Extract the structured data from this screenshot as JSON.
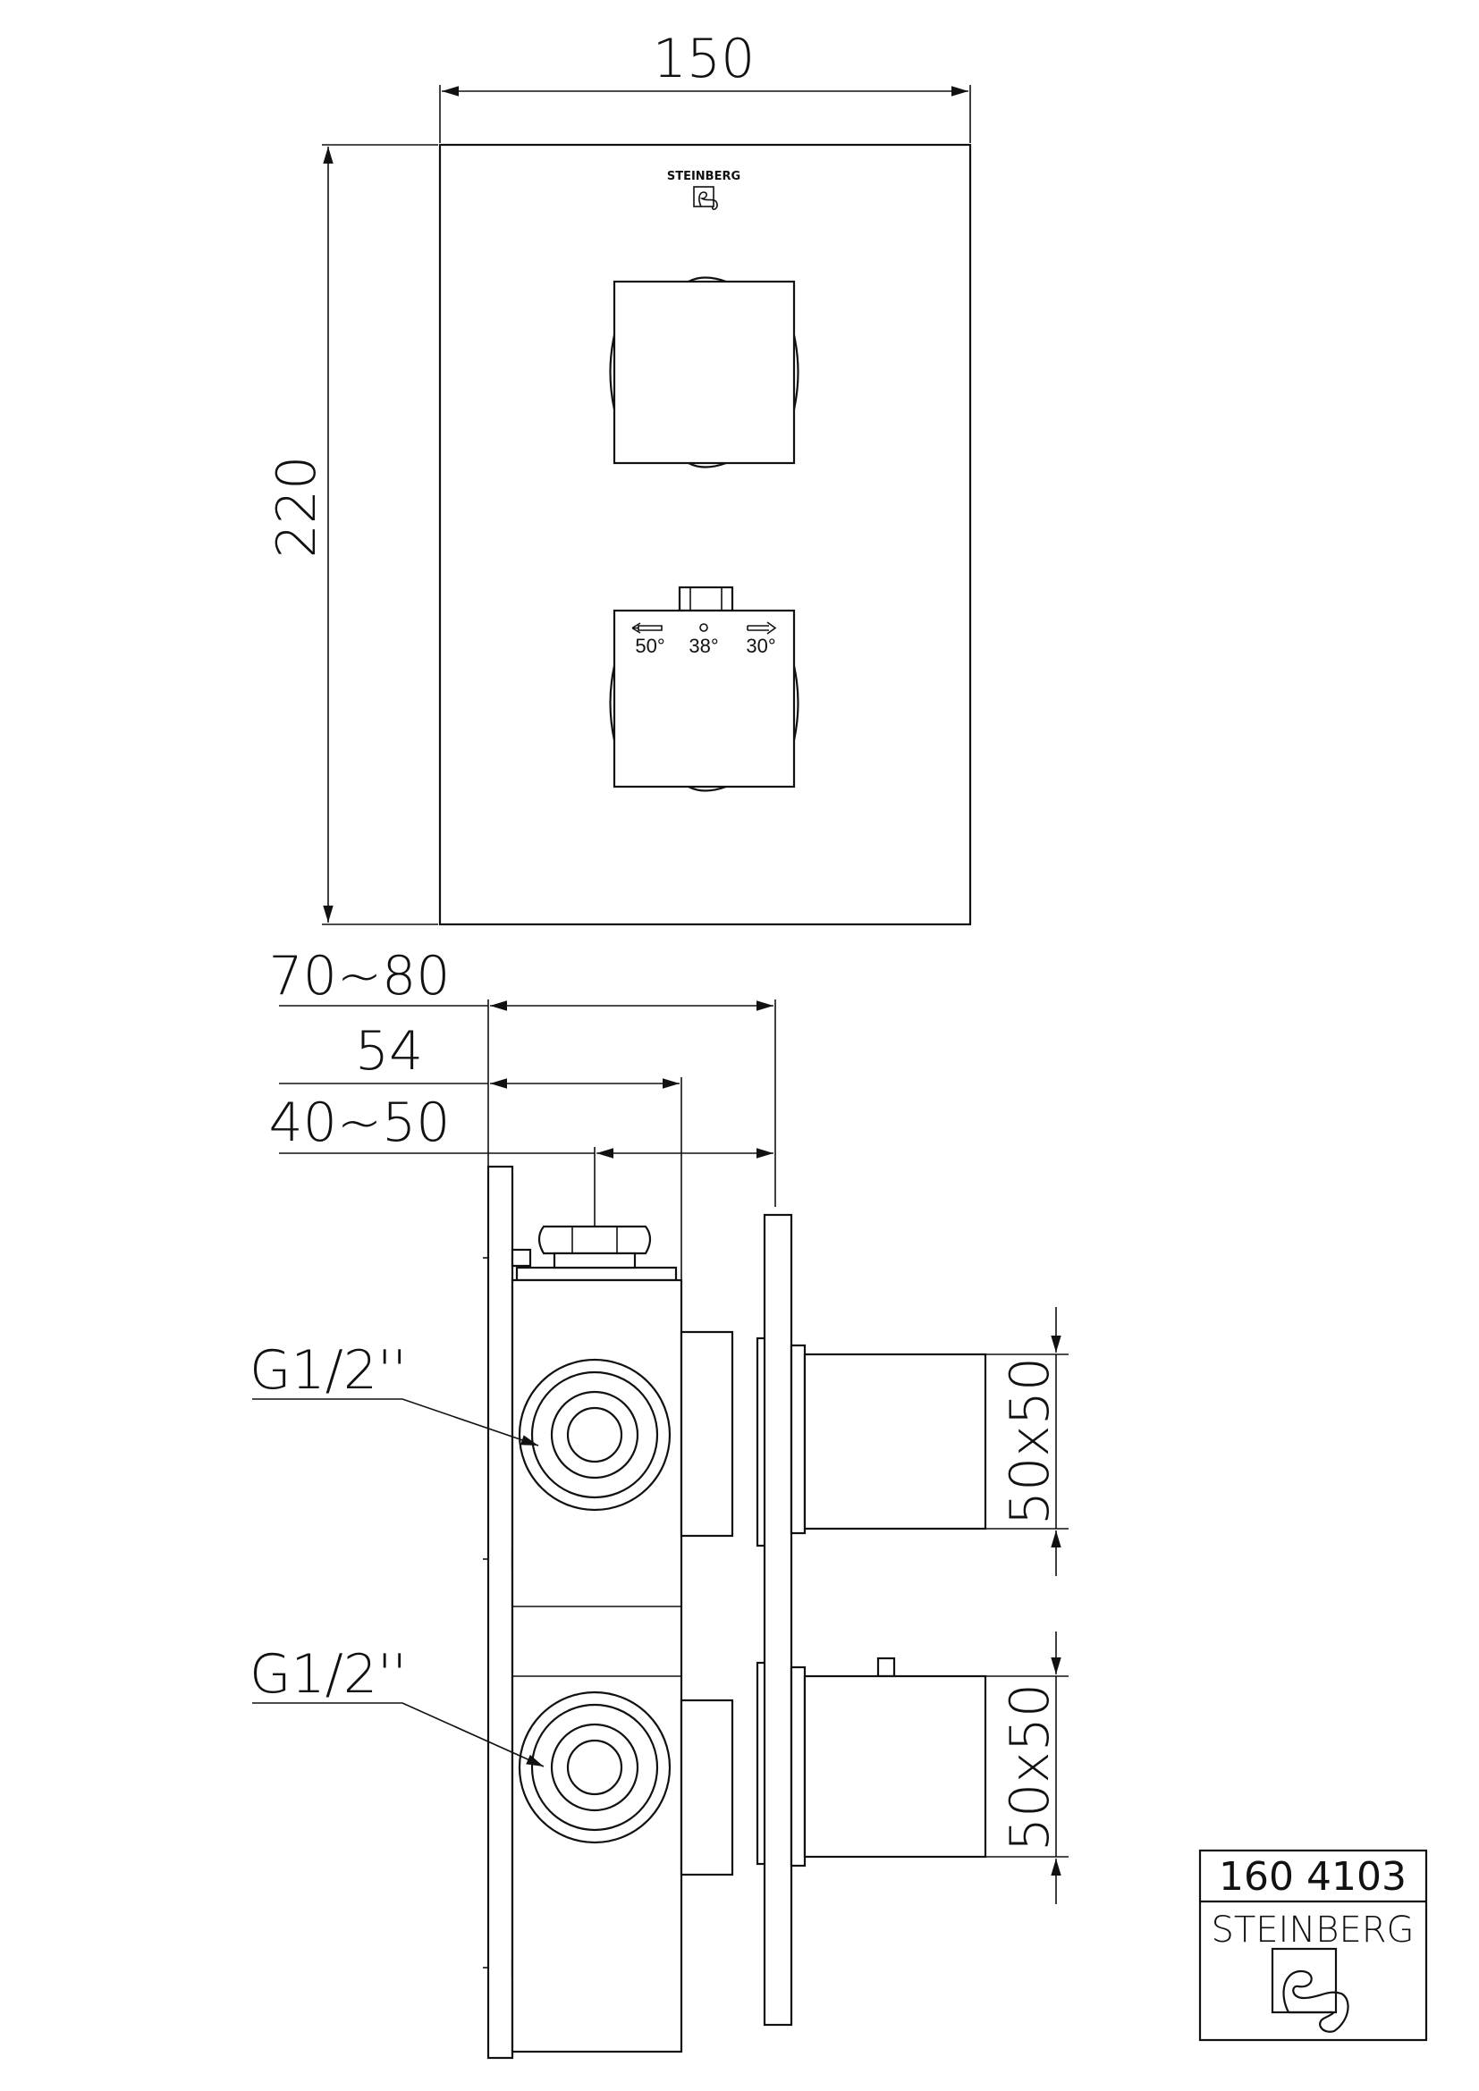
{
  "front_view": {
    "width_dim": "150",
    "height_dim": "220",
    "plate_logo_text": "STEINBERG",
    "temp_labels": {
      "left": "50°",
      "center": "38°",
      "right": "30°"
    }
  },
  "side_view": {
    "depth_dims": {
      "total": "70~80",
      "body": "54",
      "install": "40~50"
    },
    "port_labels": [
      "G1/2''",
      "G1/2''"
    ],
    "knob_dims": [
      "50x50",
      "50x50"
    ]
  },
  "title_block": {
    "article_number": "160 4103",
    "brand": "STEINBERG"
  }
}
